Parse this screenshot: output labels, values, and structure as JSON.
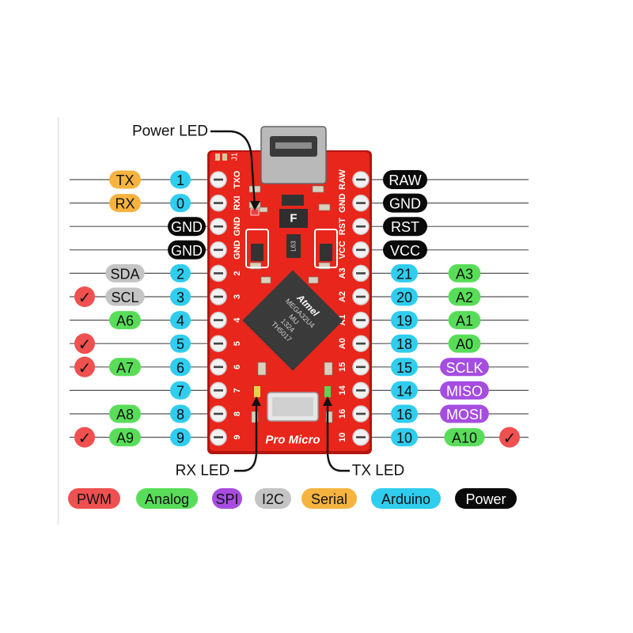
{
  "colors": {
    "pwm": "#f05050",
    "analog": "#59dd59",
    "spi": "#a64de0",
    "i2c": "#c4c4c4",
    "serial": "#f6b33f",
    "arduino": "#30cdee",
    "power": "#0a0a0a",
    "board": "#e8261c",
    "board_edge": "#b41510",
    "chip": "#3a3a3a",
    "line": "#555555"
  },
  "board": {
    "chip_marking": [
      "MEGA32U4",
      "MU",
      "1324",
      "TH5017"
    ],
    "brand_text": "Atmel",
    "name_text": "Pro Micro",
    "jumper_text": "J1",
    "fuse_text": "F",
    "reg_text": "L63",
    "left_silk": [
      "TXO",
      "RXI",
      "GND",
      "GND",
      "2",
      "3",
      "4",
      "5",
      "6",
      "7",
      "8",
      "9"
    ],
    "right_silk": [
      "RAW",
      "GND",
      "RST",
      "VCC",
      "A3",
      "A2",
      "A1",
      "A0",
      "15",
      "14",
      "16",
      "10"
    ]
  },
  "labels": {
    "power_led": "Power LED",
    "rx_led": "RX LED",
    "tx_led": "TX LED"
  },
  "left_pins": [
    {
      "arduino": "1",
      "func": "TX",
      "func_type": "serial",
      "pwm": false
    },
    {
      "arduino": "0",
      "func": "RX",
      "func_type": "serial",
      "pwm": false
    },
    {
      "arduino": "",
      "func": "GND",
      "func_type": "power",
      "pwm": false
    },
    {
      "arduino": "",
      "func": "GND",
      "func_type": "power",
      "pwm": false
    },
    {
      "arduino": "2",
      "func": "SDA",
      "func_type": "i2c",
      "pwm": false
    },
    {
      "arduino": "3",
      "func": "SCL",
      "func_type": "i2c",
      "pwm": true
    },
    {
      "arduino": "4",
      "func": "A6",
      "func_type": "analog",
      "pwm": false
    },
    {
      "arduino": "5",
      "func": "",
      "func_type": "",
      "pwm": true
    },
    {
      "arduino": "6",
      "func": "A7",
      "func_type": "analog",
      "pwm": true
    },
    {
      "arduino": "7",
      "func": "",
      "func_type": "",
      "pwm": false
    },
    {
      "arduino": "8",
      "func": "A8",
      "func_type": "analog",
      "pwm": false
    },
    {
      "arduino": "9",
      "func": "A9",
      "func_type": "analog",
      "pwm": true
    }
  ],
  "right_pins": [
    {
      "arduino": "",
      "func": "RAW",
      "func_type": "power",
      "pwm": false
    },
    {
      "arduino": "",
      "func": "GND",
      "func_type": "power",
      "pwm": false
    },
    {
      "arduino": "",
      "func": "RST",
      "func_type": "power",
      "pwm": false
    },
    {
      "arduino": "",
      "func": "VCC",
      "func_type": "power",
      "pwm": false
    },
    {
      "arduino": "21",
      "func": "A3",
      "func_type": "analog",
      "pwm": false
    },
    {
      "arduino": "20",
      "func": "A2",
      "func_type": "analog",
      "pwm": false
    },
    {
      "arduino": "19",
      "func": "A1",
      "func_type": "analog",
      "pwm": false
    },
    {
      "arduino": "18",
      "func": "A0",
      "func_type": "analog",
      "pwm": false
    },
    {
      "arduino": "15",
      "func": "SCLK",
      "func_type": "spi",
      "pwm": false
    },
    {
      "arduino": "14",
      "func": "MISO",
      "func_type": "spi",
      "pwm": false
    },
    {
      "arduino": "16",
      "func": "MOSI",
      "func_type": "spi",
      "pwm": false
    },
    {
      "arduino": "10",
      "func": "A10",
      "func_type": "analog",
      "pwm": true
    }
  ],
  "pwm_mark": "✓",
  "legend": [
    {
      "label": "PWM",
      "type": "pwm",
      "text_color": "#111111"
    },
    {
      "label": "Analog",
      "type": "analog",
      "text_color": "#111111"
    },
    {
      "label": "SPI",
      "type": "spi",
      "text_color": "#111111"
    },
    {
      "label": "I2C",
      "type": "i2c",
      "text_color": "#111111"
    },
    {
      "label": "Serial",
      "type": "serial",
      "text_color": "#111111"
    },
    {
      "label": "Arduino",
      "type": "arduino",
      "text_color": "#111111"
    },
    {
      "label": "Power",
      "type": "power",
      "text_color": "#ffffff"
    }
  ]
}
